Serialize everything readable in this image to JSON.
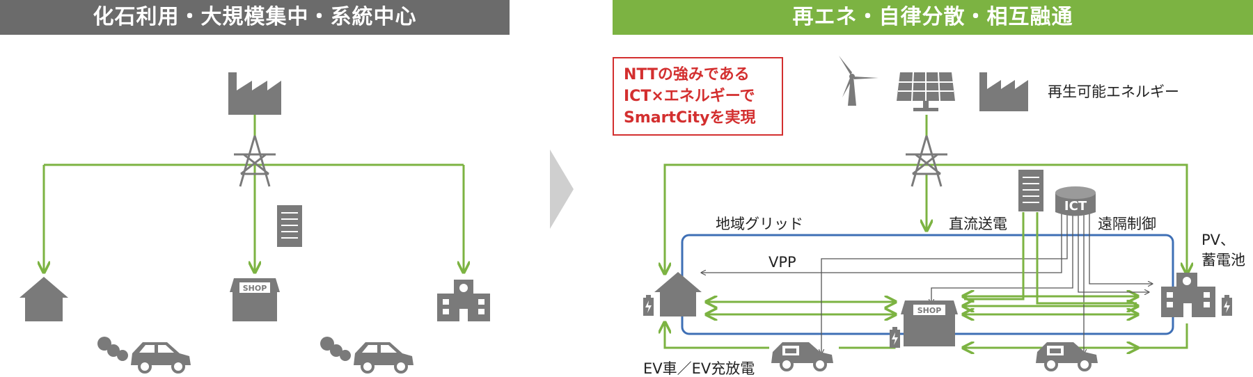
{
  "headers": {
    "left": "化石利用・大規模集中・系統中心",
    "right": "再エネ・自律分散・相互融通"
  },
  "callout": {
    "line1": "NTTの強みである",
    "line2": "ICT×エネルギーで",
    "line3": "SmartCityを実現"
  },
  "labels": {
    "renewable": "再生可能エネルギー",
    "local_grid": "地域グリッド",
    "dc_transmission": "直流送電",
    "remote_control": "遠隔制御",
    "pv_storage_1": "PV、",
    "pv_storage_2": "蓄電池",
    "vpp": "VPP",
    "ev": "EV車／EV充放電",
    "ict": "ICT",
    "shop": "SHOP"
  },
  "colors": {
    "gray": "#6b6b6b",
    "green": "#7cb342",
    "blue": "#3e6fb5",
    "red": "#d32f2f",
    "icon": "#7a7a7a"
  }
}
